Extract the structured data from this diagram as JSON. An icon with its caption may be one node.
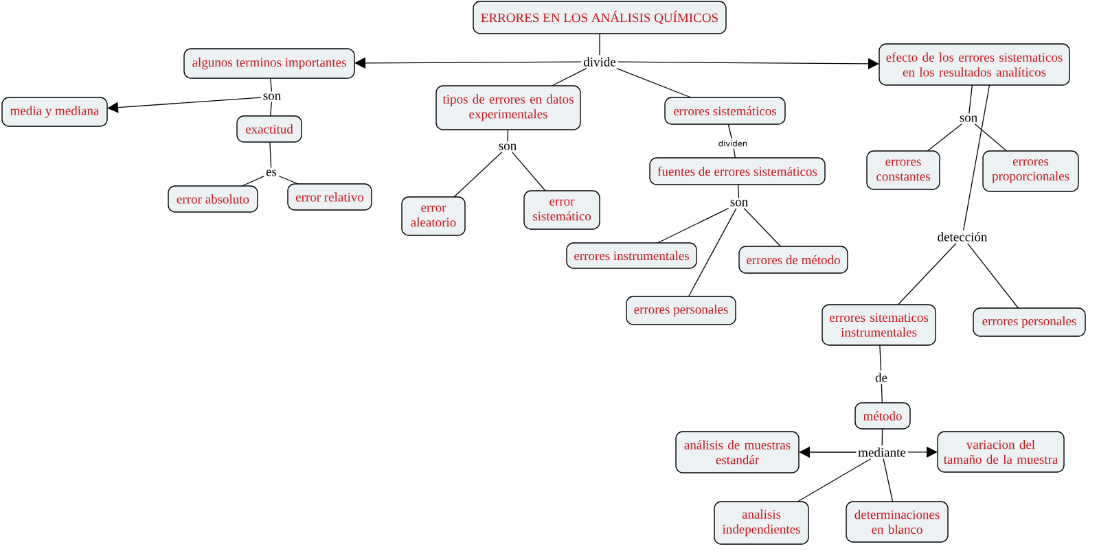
{
  "diagram": {
    "nodes": [
      {
        "text": [
          "ERRORES EN LOS ANÁLISIS QUÍMICOS"
        ]
      },
      {
        "text": [
          "divide"
        ]
      },
      {
        "text": [
          "algunos terminos importantes"
        ]
      },
      {
        "text": [
          "son"
        ]
      },
      {
        "text": [
          "media y mediana"
        ]
      },
      {
        "text": [
          "exactitud"
        ]
      },
      {
        "text": [
          "es"
        ]
      },
      {
        "text": [
          "error absoluto"
        ]
      },
      {
        "text": [
          "error relativo"
        ]
      },
      {
        "text": [
          "tipos de errores en datos experimentales"
        ]
      },
      {
        "text": [
          "son"
        ]
      },
      {
        "text": [
          "error aleatorio"
        ]
      },
      {
        "text": [
          "error sistemático"
        ]
      },
      {
        "text": [
          "errores sistemáticos"
        ]
      },
      {
        "text": [
          "dividen"
        ]
      },
      {
        "text": [
          "fuentes de errores sistemáticos"
        ]
      },
      {
        "text": [
          "son"
        ]
      },
      {
        "text": [
          "errores instrumentales"
        ]
      },
      {
        "text": [
          "errores de método"
        ]
      },
      {
        "text": [
          "errores personales"
        ]
      },
      {
        "text": [
          "efecto de los errores sistematicos en los resultados analíticos"
        ]
      },
      {
        "text": [
          "son"
        ]
      },
      {
        "text": [
          "errores constantes"
        ]
      },
      {
        "text": [
          "errores proporcionales"
        ]
      },
      {
        "text": [
          "detección"
        ]
      },
      {
        "text": [
          "errores sitematicos instrumentales"
        ]
      },
      {
        "text": [
          "errores personales"
        ]
      },
      {
        "text": [
          "de"
        ]
      },
      {
        "text": [
          "método"
        ]
      },
      {
        "text": [
          "mediante"
        ]
      },
      {
        "text": [
          "análisis de muestras estandár"
        ]
      },
      {
        "text": [
          "variacion del tamaño de la muestra"
        ]
      },
      {
        "text": [
          "analisis independientes"
        ]
      },
      {
        "text": [
          "determinaciones en blanco"
        ]
      }
    ],
    "edges": [
      {
        "from": 0,
        "to": 1,
        "arrow": "none"
      },
      {
        "from": 1,
        "to": 2,
        "arrow": "to"
      },
      {
        "from": 1,
        "to": 9,
        "arrow": "none"
      },
      {
        "from": 1,
        "to": 13,
        "arrow": "none"
      },
      {
        "from": 1,
        "to": 20,
        "arrow": "to"
      },
      {
        "from": 2,
        "to": 3,
        "arrow": "none"
      },
      {
        "from": 3,
        "to": 4,
        "arrow": "to"
      },
      {
        "from": 3,
        "to": 5,
        "arrow": "none"
      },
      {
        "from": 5,
        "to": 6,
        "arrow": "none"
      },
      {
        "from": 6,
        "to": 7,
        "arrow": "none"
      },
      {
        "from": 6,
        "to": 8,
        "arrow": "none"
      },
      {
        "from": 9,
        "to": 10,
        "arrow": "none"
      },
      {
        "from": 10,
        "to": 11,
        "arrow": "none"
      },
      {
        "from": 10,
        "to": 12,
        "arrow": "none"
      },
      {
        "from": 13,
        "to": 14,
        "arrow": "none"
      },
      {
        "from": 14,
        "to": 15,
        "arrow": "none"
      },
      {
        "from": 15,
        "to": 16,
        "arrow": "none"
      },
      {
        "from": 16,
        "to": 17,
        "arrow": "none"
      },
      {
        "from": 16,
        "to": 19,
        "arrow": "none"
      },
      {
        "from": 16,
        "to": 18,
        "arrow": "none"
      },
      {
        "from": 20,
        "to": 21,
        "arrow": "none"
      },
      {
        "from": 21,
        "to": 22,
        "arrow": "none"
      },
      {
        "from": 21,
        "to": 23,
        "arrow": "none"
      },
      {
        "from": 20,
        "to": 24,
        "arrow": "none"
      },
      {
        "from": 24,
        "to": 25,
        "arrow": "none"
      },
      {
        "from": 24,
        "to": 26,
        "arrow": "none"
      },
      {
        "from": 25,
        "to": 27,
        "arrow": "none"
      },
      {
        "from": 27,
        "to": 28,
        "arrow": "none"
      },
      {
        "from": 28,
        "to": 29,
        "arrow": "none"
      },
      {
        "from": 29,
        "to": 30,
        "arrow": "to"
      },
      {
        "from": 29,
        "to": 31,
        "arrow": "to"
      },
      {
        "from": 29,
        "to": 32,
        "arrow": "none"
      },
      {
        "from": 29,
        "to": 33,
        "arrow": "none"
      }
    ]
  }
}
